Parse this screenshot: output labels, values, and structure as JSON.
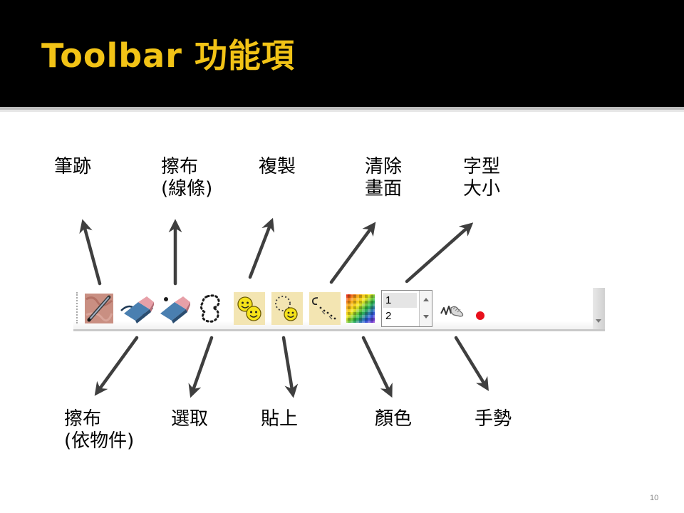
{
  "slide": {
    "title": "Toolbar 功能項",
    "page_number": "10"
  },
  "labels_top": {
    "pen": "筆跡",
    "eraser_stroke_line1": "擦布",
    "eraser_stroke_line2": "(線條)",
    "copy": "複製",
    "clear_line1": "清除",
    "clear_line2": "畫面",
    "font_size_line1": "字型",
    "font_size_line2": "大小"
  },
  "labels_bottom": {
    "eraser_object_line1": "擦布",
    "eraser_object_line2": "(依物件)",
    "select": "選取",
    "paste": "貼上",
    "color": "顏色",
    "gesture": "手勢"
  },
  "toolbar": {
    "font_size_options": [
      "1",
      "2"
    ],
    "icons": {
      "pen": "pen-tool-icon",
      "eraser_stroke": "eraser-stroke-icon",
      "eraser_object": "eraser-object-icon",
      "select": "lasso-select-icon",
      "copy": "copy-smiley-icon",
      "paste": "paste-smiley-icon",
      "clear": "clear-canvas-icon",
      "color": "color-palette-icon",
      "gesture": "gesture-icon",
      "record": "red-dot-icon"
    }
  },
  "colors": {
    "header_background": "#000000",
    "title_color": "#f2c316",
    "arrow_color": "#3f3f3f",
    "selected_tool_background": "#f3e5b2",
    "record_dot": "#e8101c"
  }
}
